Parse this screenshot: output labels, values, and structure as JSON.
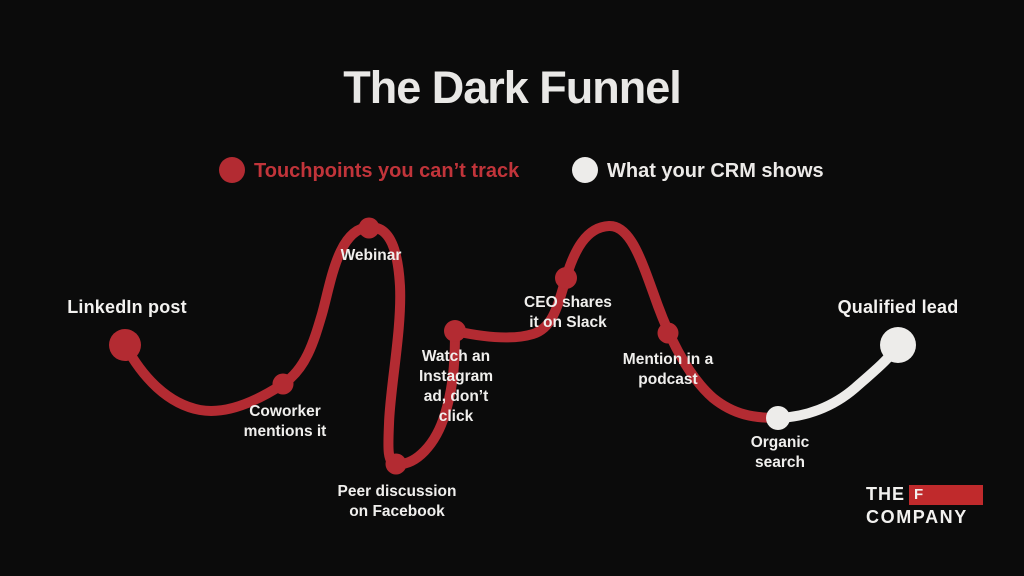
{
  "title": "The Dark Funnel",
  "legend": {
    "untracked": {
      "label": "Touchpoints you can’t track",
      "color": "#b32b32"
    },
    "tracked": {
      "label": "What your CRM shows",
      "color": "#edecea"
    }
  },
  "colors": {
    "background": "#0b0b0b",
    "red": "#b32b32",
    "white": "#edecea",
    "logo_red": "#c02a2c",
    "text": "#f0efed"
  },
  "nodes": [
    {
      "id": "linkedin",
      "label": "LinkedIn post",
      "tracked": false,
      "emphasis": true
    },
    {
      "id": "coworker",
      "label": "Coworker\nmentions it",
      "tracked": false,
      "emphasis": false
    },
    {
      "id": "webinar",
      "label": "Webinar",
      "tracked": false,
      "emphasis": false
    },
    {
      "id": "peer",
      "label": "Peer discussion\non Facebook",
      "tracked": false,
      "emphasis": false
    },
    {
      "id": "instagram",
      "label": "Watch an\nInstagram\nad, don’t\nclick",
      "tracked": false,
      "emphasis": false
    },
    {
      "id": "ceo",
      "label": "CEO shares\nit on Slack",
      "tracked": false,
      "emphasis": false
    },
    {
      "id": "podcast",
      "label": "Mention in a\npodcast",
      "tracked": false,
      "emphasis": false
    },
    {
      "id": "organic",
      "label": "Organic\nsearch",
      "tracked": true,
      "emphasis": false
    },
    {
      "id": "qualified",
      "label": "Qualified lead",
      "tracked": true,
      "emphasis": true
    }
  ],
  "logo": {
    "word1": "THE",
    "letter": "F",
    "word2": "COMPANY"
  }
}
